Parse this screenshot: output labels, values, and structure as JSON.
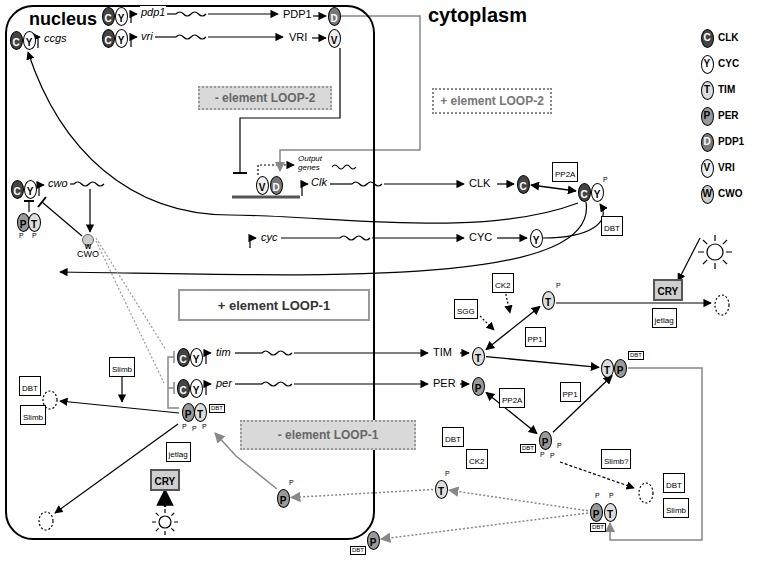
{
  "diagram": {
    "nodes": [
      {
        "text": [
          "nucleus"
        ]
      },
      {
        "text": [
          "- element LOOP-2"
        ],
        "in": 0
      },
      {
        "text": [
          "+ element LOOP-2"
        ]
      },
      {
        "text": [
          "+ element LOOP-1"
        ],
        "in": 0
      },
      {
        "text": [
          "- element LOOP-1"
        ]
      },
      {
        "text": [
          "PP2A"
        ]
      },
      {
        "text": [
          "DBT"
        ]
      },
      {
        "text": [
          "CK2"
        ]
      },
      {
        "text": [
          "SGG"
        ]
      },
      {
        "text": [
          "PP1"
        ]
      },
      {
        "text": [
          "CRY"
        ]
      },
      {
        "text": [
          "jetlag"
        ]
      },
      {
        "text": [
          "PP2A"
        ]
      },
      {
        "text": [
          "PP1"
        ]
      },
      {
        "text": [
          "DBT"
        ]
      },
      {
        "text": [
          "CK2"
        ]
      },
      {
        "text": [
          "Slimb?"
        ]
      },
      {
        "text": [
          "DBT"
        ]
      },
      {
        "text": [
          "Slimb"
        ]
      },
      {
        "text": [
          "Slimb"
        ],
        "in": 0
      },
      {
        "text": [
          "DBT"
        ],
        "in": 0
      },
      {
        "text": [
          "Slimb"
        ],
        "in": 0
      },
      {
        "text": [
          "jetlag"
        ],
        "in": 0
      },
      {
        "text": [
          "CRY"
        ],
        "in": 0
      },
      {
        "text": [
          "C"
        ],
        "in": 0
      },
      {
        "text": [
          "Y"
        ],
        "in": 0
      },
      {
        "text": [
          "C"
        ],
        "in": 0
      },
      {
        "text": [
          "Y"
        ],
        "in": 0
      },
      {
        "text": [
          "C"
        ],
        "in": 0
      },
      {
        "text": [
          "Y"
        ],
        "in": 0
      },
      {
        "text": [
          "C"
        ],
        "in": 0
      },
      {
        "text": [
          "Y"
        ],
        "in": 0
      },
      {
        "text": [
          "P"
        ],
        "in": 0
      },
      {
        "text": [
          "T"
        ],
        "in": 0
      },
      {
        "text": [
          "W"
        ],
        "in": 0
      },
      {
        "text": [
          "C"
        ],
        "in": 0
      },
      {
        "text": [
          "Y"
        ],
        "in": 0
      },
      {
        "text": [
          "C"
        ],
        "in": 0
      },
      {
        "text": [
          "Y"
        ],
        "in": 0
      },
      {
        "text": [
          "P"
        ],
        "in": 0
      },
      {
        "text": [
          "T"
        ],
        "in": 0
      },
      {
        "text": [
          "D"
        ],
        "in": 0
      },
      {
        "text": [
          "V"
        ],
        "in": 0
      },
      {
        "text": [
          "V"
        ],
        "in": 0
      },
      {
        "text": [
          "D"
        ],
        "in": 0
      },
      {
        "text": [
          "C"
        ]
      },
      {
        "text": [
          "C"
        ]
      },
      {
        "text": [
          "Y"
        ]
      },
      {
        "text": [
          "Y"
        ]
      },
      {
        "text": [
          "T"
        ]
      },
      {
        "text": [
          "T"
        ]
      },
      {
        "text": [
          "T"
        ]
      },
      {
        "text": [
          "P"
        ]
      },
      {
        "text": [
          "P"
        ]
      },
      {
        "text": [
          "P"
        ]
      },
      {
        "text": [
          "P"
        ]
      },
      {
        "text": [
          "T"
        ]
      },
      {
        "text": [
          "T"
        ]
      },
      {
        "text": [
          "P"
        ]
      },
      {
        "text": [
          "P"
        ]
      }
    ],
    "edges": [
      {
        "from": 45,
        "to": 46,
        "arrow": "both"
      },
      {
        "from": 50,
        "to": 49,
        "arrow": "both"
      },
      {
        "from": 50,
        "to": 51,
        "arrow": "to"
      },
      {
        "from": 53,
        "to": 54,
        "arrow": "both"
      },
      {
        "from": 54,
        "to": 52,
        "arrow": "to"
      },
      {
        "from": 52,
        "to": 56,
        "arrow": "to"
      },
      {
        "from": 55,
        "to": 57,
        "arrow": "to"
      },
      {
        "from": 55,
        "to": 58,
        "arrow": "to"
      },
      {
        "from": 57,
        "to": 59,
        "arrow": "to"
      }
    ],
    "labels": [
      "cytoplasm",
      "ccgs",
      "pdp1",
      "vri",
      "PDP1",
      "VRI",
      "Output genes",
      "Clk",
      "CLK",
      "cyc",
      "CYC",
      "cwo",
      "CWO",
      "tim",
      "TIM",
      "per",
      "PER",
      "C",
      "Y",
      "T",
      "P",
      "D",
      "V",
      "W",
      "P",
      "P",
      "DBT",
      "DBT",
      "P",
      "P",
      "P",
      "DBT",
      "P",
      "P",
      "DBT",
      "P",
      "P",
      "P",
      "P",
      "P",
      "DBT",
      "P",
      "P"
    ],
    "legend": [
      {
        "text": "CLK",
        "color": "#444444"
      },
      {
        "text": "CYC",
        "color": "#ffffff"
      },
      {
        "text": "TIM",
        "color": "#dddddd"
      },
      {
        "text": "PER",
        "color": "#999999"
      },
      {
        "text": "PDP1",
        "color": "#777777"
      },
      {
        "text": "VRI",
        "color": "#eeeeee"
      },
      {
        "text": "CWO",
        "color": "#cccccc"
      }
    ]
  }
}
